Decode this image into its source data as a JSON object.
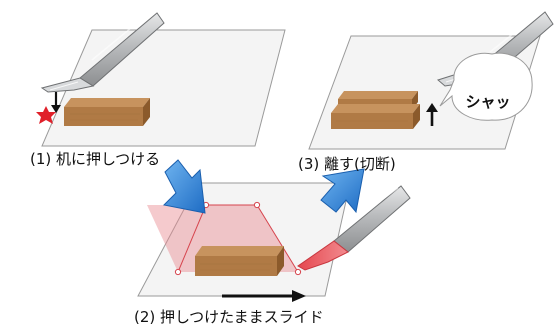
{
  "captions": {
    "step1": "(1) 机に押しつける",
    "step2": "(2) 押しつけたままスライド",
    "step3": "(3) 離す(切断)"
  },
  "sound_effect": "シャッ",
  "colors": {
    "paper": "#f4f4f4",
    "paper_edge": "#9a9a9a",
    "wood_top": "#c7935e",
    "wood_front": "#a8713d",
    "wood_side": "#8b5a2b",
    "knife_blade": "#a9abad",
    "pressure_star": "#e0202a",
    "slide_region": "#e88a90",
    "blue_arrow": "#2a7fd4",
    "black_arrow": "#111111"
  },
  "icons": [
    "utility-knife",
    "pressure-star",
    "up-arrow",
    "down-arrow",
    "right-arrow",
    "blue-curved-arrow",
    "speech-bubble"
  ]
}
